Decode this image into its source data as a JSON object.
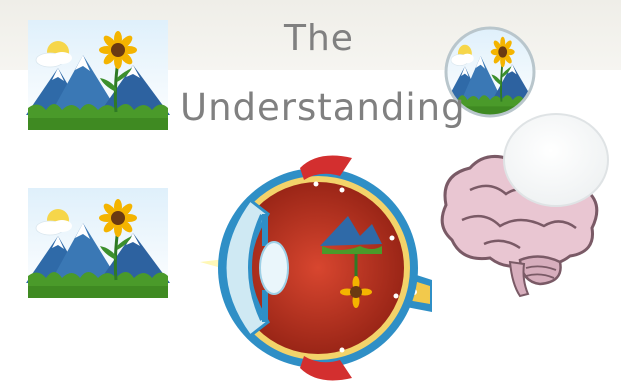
{
  "title": {
    "line1": "The",
    "line2": "Understanding"
  },
  "colors": {
    "title_text": "#808080",
    "sky": "#cfe6f5",
    "mountain": "#2f6aa8",
    "snow": "#ffffff",
    "grass": "#4a9a2a",
    "sunflower_petal": "#f4b400",
    "sunflower_center": "#6b3a12",
    "eye_sclera": "#2f8fc6",
    "eye_interior": "#b9301c",
    "optic_nerve": "#f2c94c",
    "lens": "#cfe9f3",
    "brain": "#e9c6d2",
    "brain_outline": "#7a5a66",
    "thought_bubble": "#ffffff"
  },
  "icons": [
    "landscape-sunflower-picture",
    "eyeball-cross-section",
    "brain-icon",
    "thought-bubble-icon"
  ]
}
